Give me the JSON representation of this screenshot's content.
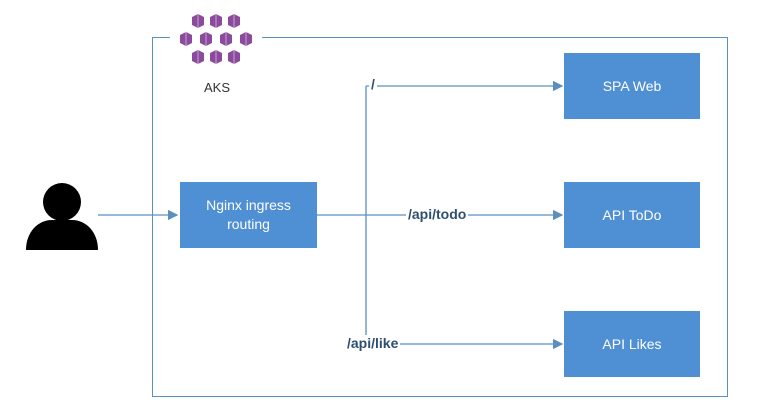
{
  "cluster": {
    "label": "AKS",
    "icon": "kubernetes-pods-icon"
  },
  "user": {
    "icon": "user-icon"
  },
  "ingress": {
    "label_line1": "Nginx ingress",
    "label_line2": "routing"
  },
  "services": {
    "spa": {
      "label": "SPA Web",
      "route": "/"
    },
    "todo": {
      "label": "API ToDo",
      "route": "/api/todo"
    },
    "likes": {
      "label": "API Likes",
      "route": "/api/like"
    }
  },
  "colors": {
    "box_fill": "#4f8fd3",
    "line": "#5a8fc0",
    "route_text": "#2f4f70",
    "aks_icon": "#8b4b9c"
  }
}
